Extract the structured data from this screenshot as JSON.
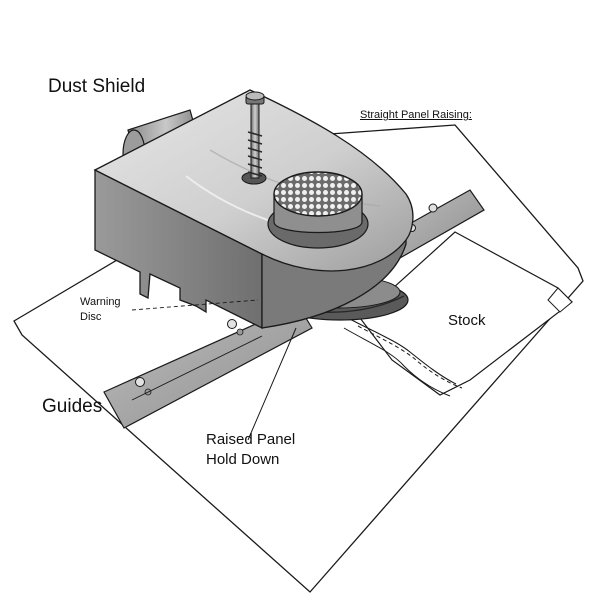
{
  "labels": {
    "dust_shield": "Dust Shield",
    "straight_panel_raising": "Straight Panel Raising:",
    "warning_disc_line1": "Warning",
    "warning_disc_line2": "Disc",
    "stock": "Stock",
    "guides": "Guides",
    "raised_panel_line1": "Raised Panel",
    "raised_panel_line2": "Hold Down"
  },
  "colors": {
    "outline": "#1a1a1a",
    "metal_light": "#d9d9d9",
    "metal_mid": "#b4b4b4",
    "metal_dark": "#8a8a8a",
    "metal_shadow": "#5e5e5e"
  }
}
